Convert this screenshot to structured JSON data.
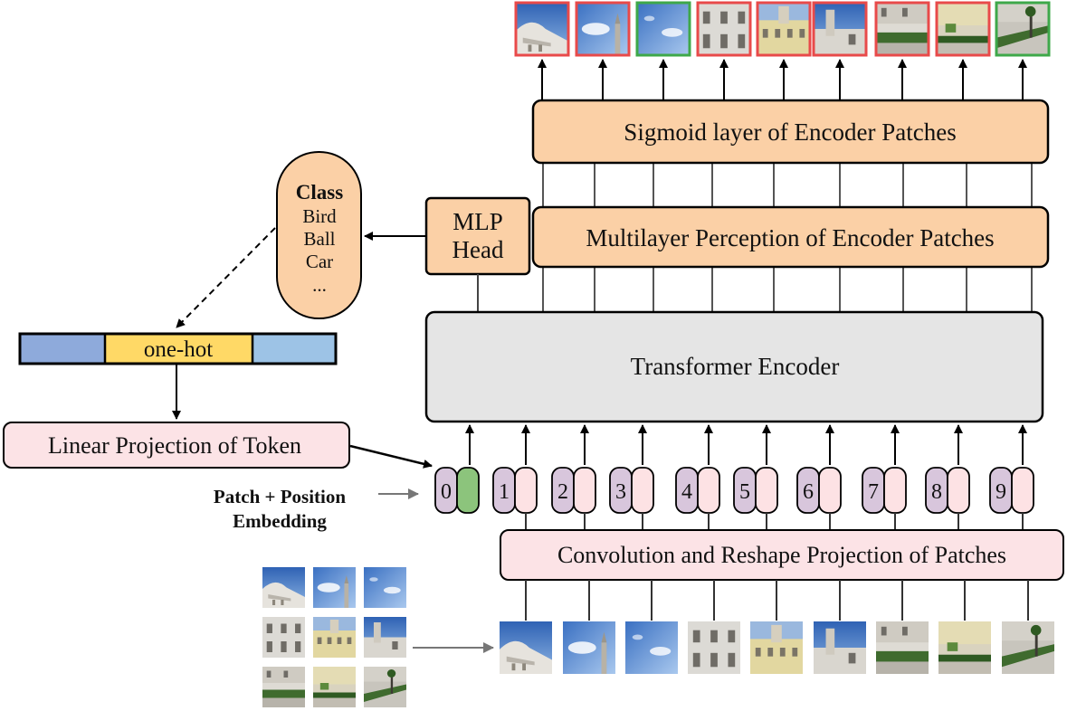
{
  "figure": {
    "sigmoid_layer": "Sigmoid layer of  Encoder Patches",
    "mlp_layer": "Multilayer Perception of Encoder Patches",
    "mlp_head": [
      "MLP",
      "Head"
    ],
    "class_box": {
      "title": "Class",
      "items": [
        "Bird",
        "Ball",
        "Car",
        "..."
      ]
    },
    "one_hot": "one-hot",
    "linear_projection": "Linear Projection of Token",
    "transformer": "Transformer Encoder",
    "embedding_label": [
      "Patch + Position",
      "Embedding"
    ],
    "conv_projection": "Convolution and Reshape Projection of Patches",
    "token_indices": [
      "0",
      "1",
      "2",
      "3",
      "4",
      "5",
      "6",
      "7",
      "8",
      "9"
    ]
  },
  "output_patch_frames": [
    "red",
    "red",
    "green",
    "red",
    "red",
    "red",
    "red",
    "red",
    "green"
  ],
  "colors": {
    "orange_box": "#fbd0a6",
    "pink_box": "#fce3e6",
    "grey_box": "#e5e5e5",
    "purple_token": "#d8c6dc",
    "green_token": "#8cc47c",
    "pink_token": "#fde2e4",
    "one_hot_yellow": "#ffd966",
    "one_hot_blue_dark": "#8eaadb",
    "one_hot_blue_light": "#9dc3e6",
    "frame_red": "#e84a4a",
    "frame_green": "#3ea84a"
  }
}
